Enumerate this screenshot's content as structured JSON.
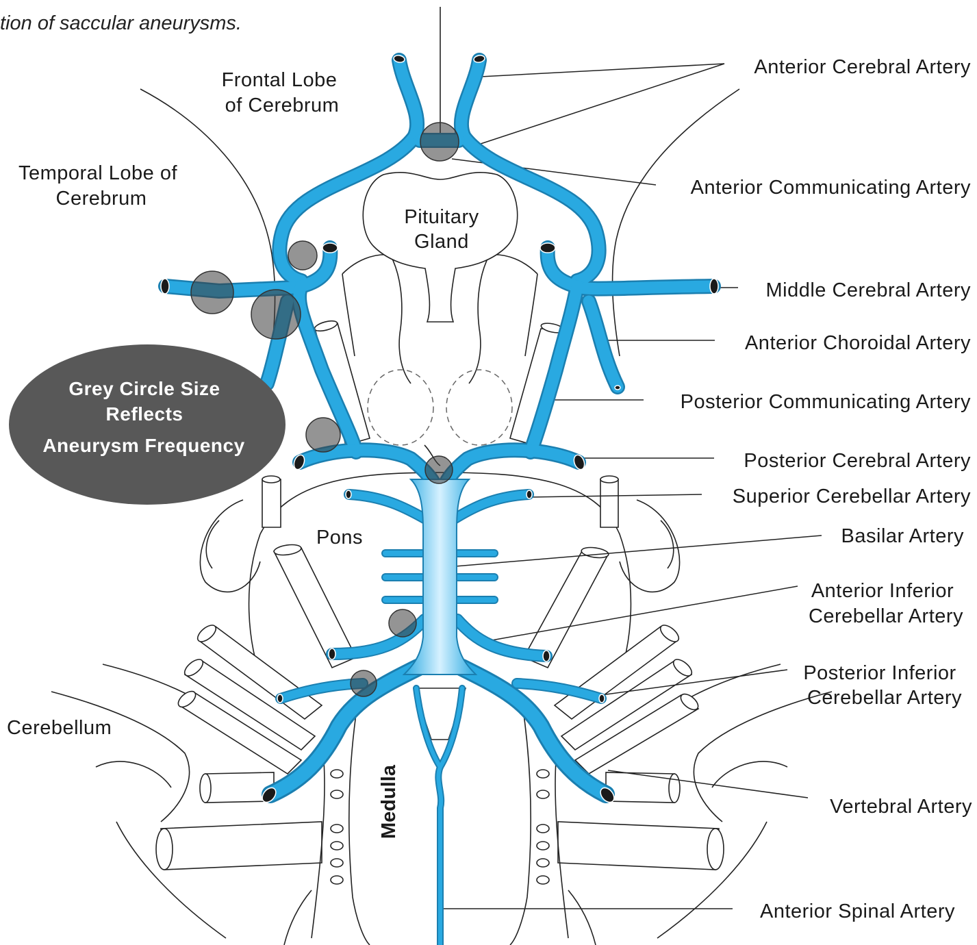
{
  "caption": "tion of saccular aneurysms.",
  "colors": {
    "artery": "#29a9e1",
    "artery_highlight": "#d6f1ff",
    "aneurysm": "#555555",
    "legend_bg": "#585858"
  },
  "structures": {
    "frontal_lobe": [
      "Frontal Lobe",
      "of Cerebrum"
    ],
    "temporal_lobe": [
      "Temporal Lobe of",
      "Cerebrum"
    ],
    "pituitary": [
      "Pituitary",
      "Gland"
    ],
    "pons": "Pons",
    "medulla": "Medulla",
    "cerebellum": "Cerebellum"
  },
  "arteries": {
    "anterior_cerebral": "Anterior Cerebral Artery",
    "anterior_communicating": "Anterior Communicating Artery",
    "middle_cerebral": "Middle Cerebral Artery",
    "anterior_choroidal": "Anterior Choroidal Artery",
    "posterior_communicating": "Posterior Communicating Artery",
    "posterior_cerebral": "Posterior Cerebral Artery",
    "superior_cerebellar": "Superior Cerebellar Artery",
    "basilar": "Basilar Artery",
    "anterior_inferior_cerebellar": [
      "Anterior Inferior",
      "Cerebellar Artery"
    ],
    "posterior_inferior_cerebellar": [
      "Posterior Inferior",
      "Cerebellar Artery"
    ],
    "vertebral": "Vertebral Artery",
    "anterior_spinal": "Anterior Spinal Artery"
  },
  "legend": [
    "Grey Circle Size",
    "Reflects",
    "Aneurysm Frequency"
  ]
}
